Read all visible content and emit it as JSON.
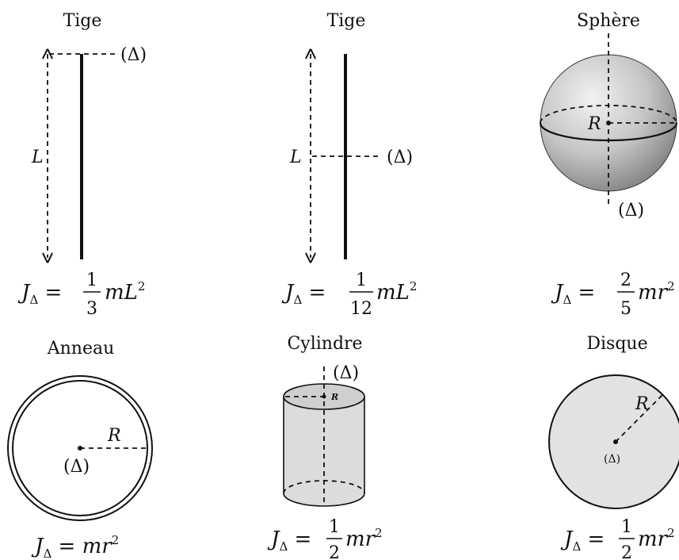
{
  "axis_label": "(Δ)",
  "panels": [
    {
      "title": "Tige",
      "length_label": "L",
      "formula": {
        "lhs_var": "J",
        "lhs_sub": "Δ",
        "num": "1",
        "den": "3",
        "rest_a": "mL",
        "rest_sup": "2"
      }
    },
    {
      "title": "Tige",
      "length_label": "L",
      "formula": {
        "lhs_var": "J",
        "lhs_sub": "Δ",
        "num": "1",
        "den": "12",
        "rest_a": "mL",
        "rest_sup": "2"
      }
    },
    {
      "title": "Sphère",
      "radius_label": "R",
      "formula": {
        "lhs_var": "J",
        "lhs_sub": "Δ",
        "num": "2",
        "den": "5",
        "rest_a": "mr",
        "rest_sup": "2"
      }
    },
    {
      "title": "Anneau",
      "radius_label": "R",
      "formula": {
        "lhs_var": "J",
        "lhs_sub": "Δ",
        "rest_a": "mr",
        "rest_sup": "2"
      }
    },
    {
      "title": "Cylindre",
      "radius_label": "R",
      "formula": {
        "lhs_var": "J",
        "lhs_sub": "Δ",
        "num": "1",
        "den": "2",
        "rest_a": "mr",
        "rest_sup": "2"
      }
    },
    {
      "title": "Disque",
      "radius_label": "R",
      "formula": {
        "lhs_var": "J",
        "lhs_sub": "Δ",
        "num": "1",
        "den": "2",
        "rest_a": "mr",
        "rest_sup": "2"
      }
    }
  ],
  "colors": {
    "ink": "#111111",
    "sphere_light": "#eeeeee",
    "sphere_dark": "#8a8a8a",
    "cylinder_fill": "#dcdcdc",
    "disk_fill": "#e2e2e2"
  }
}
